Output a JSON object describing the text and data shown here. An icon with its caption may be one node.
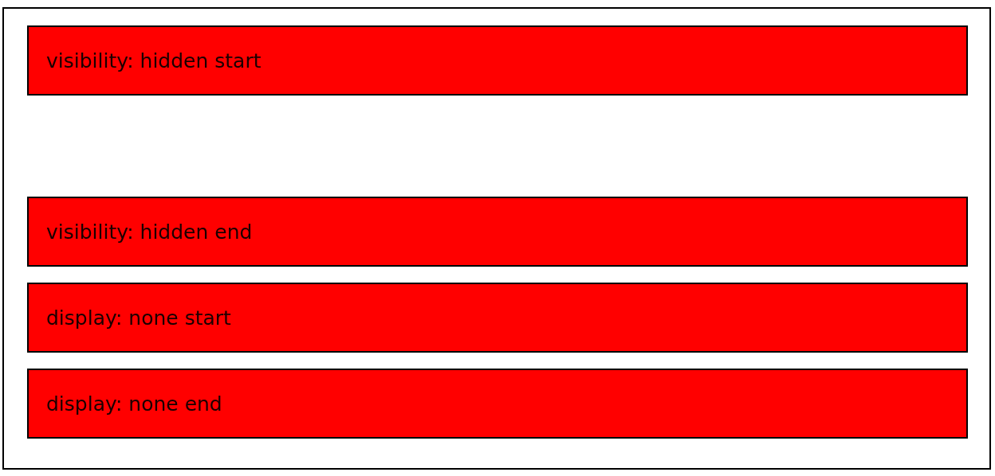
{
  "diagram": {
    "nodes": [
      {
        "text": [],
        "shape": "box"
      },
      {
        "text": [
          "visibility: hidden start"
        ],
        "in": 0
      },
      {
        "text": [
          "visibility: hidden end"
        ],
        "in": 0
      },
      {
        "text": [
          "display: none start"
        ],
        "in": 0
      },
      {
        "text": [
          "display: none end"
        ],
        "in": 0
      }
    ],
    "edges": []
  }
}
